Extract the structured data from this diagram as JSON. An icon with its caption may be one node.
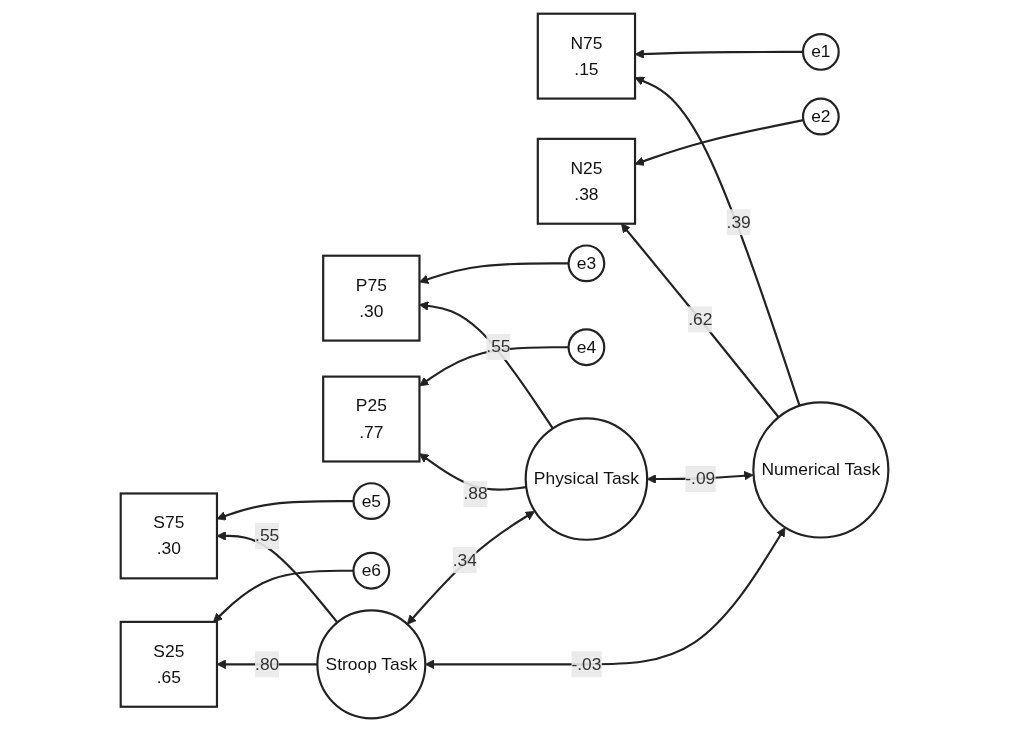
{
  "diagram": {
    "nodes": [
      {
        "text": [
          "e1"
        ]
      },
      {
        "text": [
          "N75",
          ".15"
        ]
      },
      {
        "text": [
          "e2"
        ]
      },
      {
        "text": [
          "N25",
          ".38"
        ]
      },
      {
        "text": [
          "e3"
        ]
      },
      {
        "text": [
          "P75",
          ".30"
        ]
      },
      {
        "text": [
          "e4"
        ]
      },
      {
        "text": [
          "P25",
          ".77"
        ]
      },
      {
        "text": [
          "e5"
        ]
      },
      {
        "text": [
          "S75",
          ".30"
        ]
      },
      {
        "text": [
          "e6"
        ]
      },
      {
        "text": [
          "S25",
          ".65"
        ]
      },
      {
        "text": [
          "Numerical Task"
        ]
      },
      {
        "text": [
          "Physical Task"
        ]
      },
      {
        "text": [
          "Stroop Task"
        ]
      }
    ],
    "edges": [
      {
        "from": 0,
        "to": 1,
        "arrow": "to"
      },
      {
        "from": 2,
        "to": 3,
        "arrow": "to"
      },
      {
        "from": 4,
        "to": 5,
        "arrow": "to"
      },
      {
        "from": 6,
        "to": 7,
        "arrow": "to"
      },
      {
        "from": 8,
        "to": 9,
        "arrow": "to"
      },
      {
        "from": 10,
        "to": 11,
        "arrow": "to"
      },
      {
        "from": 12,
        "to": 1,
        "arrow": "to",
        "label": ".39"
      },
      {
        "from": 12,
        "to": 3,
        "arrow": "to",
        "label": ".62"
      },
      {
        "from": 13,
        "to": 5,
        "arrow": "to",
        "label": ".55"
      },
      {
        "from": 13,
        "to": 7,
        "arrow": "to",
        "label": ".88"
      },
      {
        "from": 14,
        "to": 9,
        "arrow": "to",
        "label": ".55"
      },
      {
        "from": 14,
        "to": 11,
        "arrow": "to",
        "label": ".80"
      },
      {
        "from": 12,
        "to": 13,
        "arrow": "both",
        "label": "-.09"
      },
      {
        "from": 13,
        "to": 14,
        "arrow": "both",
        "label": ".34"
      },
      {
        "from": 12,
        "to": 14,
        "arrow": "both",
        "label": "-.03"
      }
    ]
  }
}
